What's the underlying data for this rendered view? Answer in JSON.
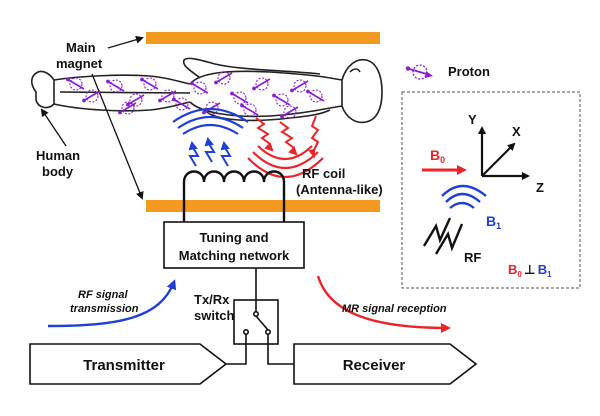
{
  "labels": {
    "main_magnet_1": "Main",
    "main_magnet_2": "magnet",
    "human_body_1": "Human",
    "human_body_2": "body",
    "proton": "Proton",
    "rf_coil_1": "RF coil",
    "rf_coil_2": "(Antenna-like)",
    "tuning_1": "Tuning and",
    "tuning_2": "Matching network",
    "rf_tx_1": "RF signal",
    "rf_tx_2": "transmission",
    "txrx_1": "Tx/Rx",
    "txrx_2": "switch",
    "mr_rx": "MR signal reception",
    "transmitter": "Transmitter",
    "receiver": "Receiver"
  },
  "inset": {
    "axis_y": "Y",
    "axis_x": "X",
    "axis_z": "Z",
    "b0": "B",
    "b0_sub": "0",
    "b1": "B",
    "b1_sub": "1",
    "rf": "RF",
    "perp_b0": "B",
    "perp_b0_sub": "0",
    "perp_sym": "⊥",
    "perp_b1": "B",
    "perp_b1_sub": "1"
  },
  "colors": {
    "magnet": "#f39a1e",
    "proton": "#8a1bd6",
    "rf_blue": "#1f3fd6",
    "rf_red": "#e8252a",
    "line": "#111111"
  }
}
